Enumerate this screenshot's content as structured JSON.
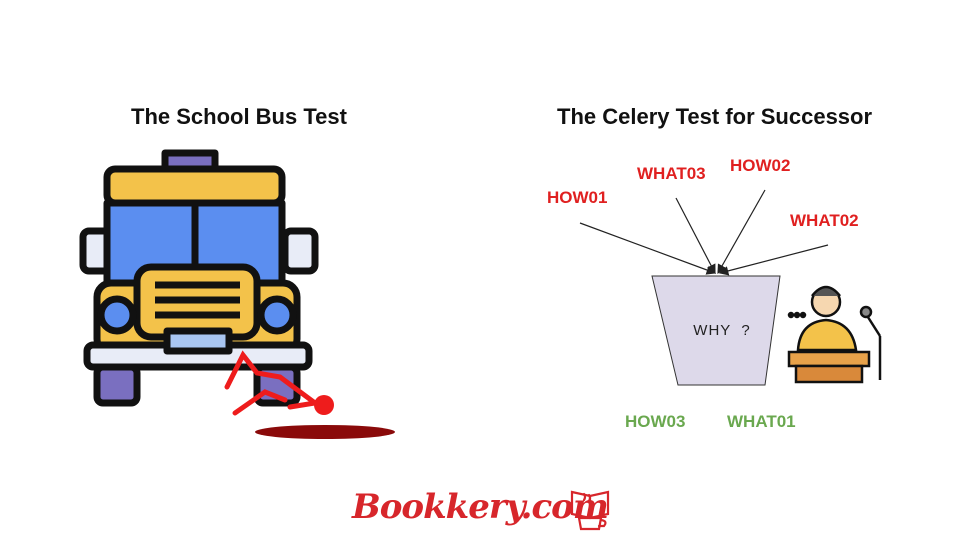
{
  "left_panel": {
    "title": "The School Bus Test"
  },
  "right_panel": {
    "title": "The Celery Test for Successor",
    "cup_label": "WHY  ?",
    "incoming_labels": [
      "HOW01",
      "WHAT03",
      "HOW02",
      "WHAT02"
    ],
    "bottom_labels": [
      "HOW03",
      "WHAT01"
    ],
    "colors": {
      "incoming": "#e02020",
      "bottom": "#6aa84f",
      "cup_fill": "#ddd9ea"
    }
  },
  "footer": {
    "brand": "Bookkery.com"
  },
  "icons": [
    "school-bus-icon",
    "fallen-person-icon",
    "speaker-at-podium-icon",
    "book-coffee-icon"
  ]
}
